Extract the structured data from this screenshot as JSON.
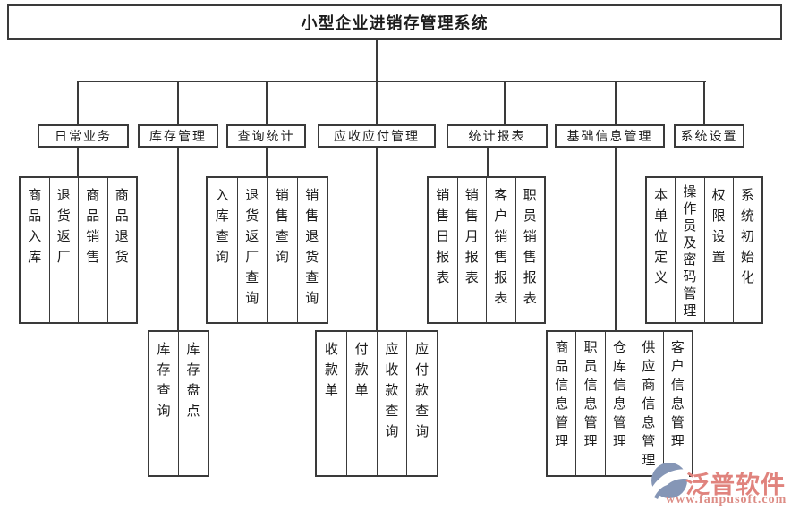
{
  "title": "小型企业进销存管理系统",
  "colors": {
    "line": "#3a3a3a",
    "text": "#1c1c1c",
    "watermark_pink": "#e0837d",
    "watermark_blue": "#8596b6"
  },
  "branches": [
    {
      "label": "日常业务",
      "children": [
        "商品入库",
        "退货返厂",
        "商品销售",
        "商品退货"
      ]
    },
    {
      "label": "库存管理",
      "children": [
        "库存查询",
        "库存盘点"
      ]
    },
    {
      "label": "查询统计",
      "children": [
        "入库查询",
        "退货返厂查询",
        "销售查询",
        "销售退货查询"
      ]
    },
    {
      "label": "应收应付管理",
      "children": [
        "收款单",
        "付款单",
        "应收款查询",
        "应付款查询"
      ]
    },
    {
      "label": "统计报表",
      "children": [
        "销售日报表",
        "销售月报表",
        "客户销售报表",
        "职员销售报表"
      ]
    },
    {
      "label": "基础信息管理",
      "children": [
        "商品信息管理",
        "职员信息管理",
        "仓库信息管理",
        "供应商信息管理",
        "客户信息管理"
      ]
    },
    {
      "label": "系统设置",
      "children": [
        "本单位定义",
        "操作员及密码管理",
        "权限设置",
        "系统初始化"
      ]
    }
  ],
  "watermark": {
    "brand": "泛普软件",
    "url": "www.fanpusoft.com",
    "logo": "fanpu-swoosh-logo"
  }
}
